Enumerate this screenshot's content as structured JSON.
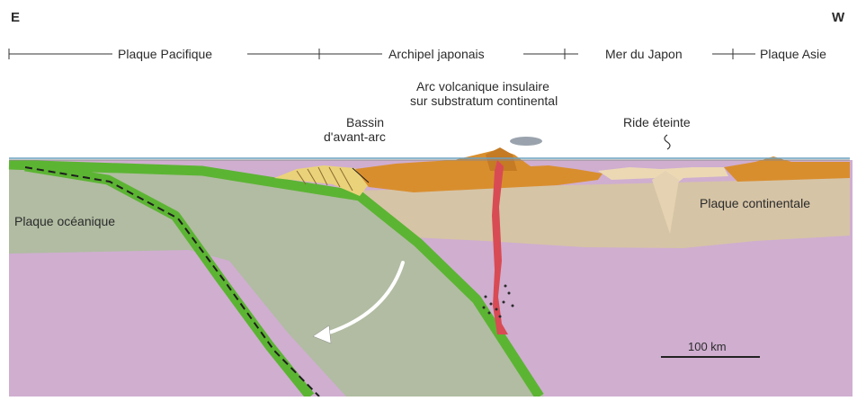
{
  "directions": {
    "left": "E",
    "right": "W"
  },
  "regions": {
    "pacific": "Plaque Pacifique",
    "archipel": "Archipel japonais",
    "mer": "Mer du Japon",
    "asie": "Plaque Asie"
  },
  "labels": {
    "arc_line1": "Arc volcanique insulaire",
    "arc_line2": "sur substratum continental",
    "bassin_line1": "Bassin",
    "bassin_line2": "d'avant-arc",
    "ride": "Ride éteinte",
    "plaque_continentale": "Plaque continentale",
    "plaque_oceanique": "Plaque océanique"
  },
  "scale": {
    "label": "100 km"
  },
  "colors": {
    "mantle": "#cfaed0",
    "oceanic_plate": "#b1bca2",
    "slab_edge": "#5cb433",
    "continental_plate": "#d6c4a6",
    "arc_crust": "#d98e2e",
    "ridge_crust": "#ecd9b4",
    "magma": "#d84b54",
    "sea_line": "#6aa0c0"
  }
}
